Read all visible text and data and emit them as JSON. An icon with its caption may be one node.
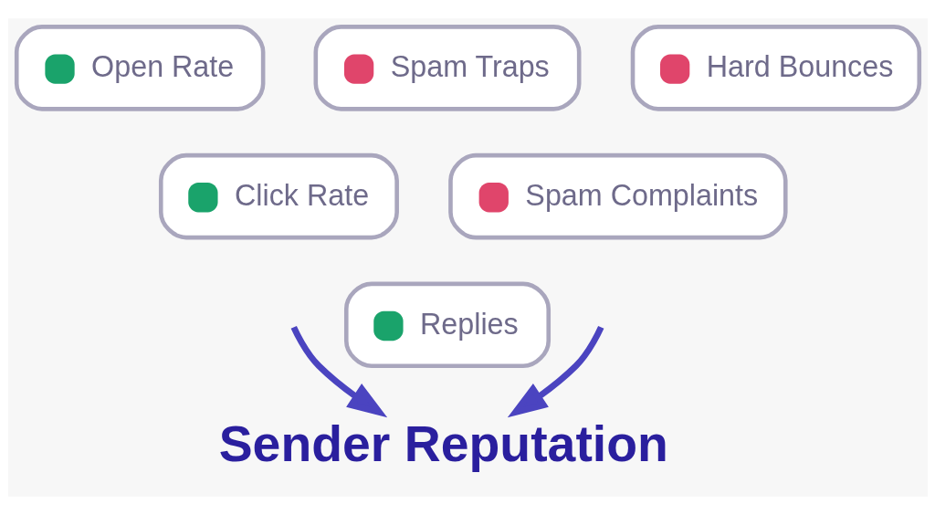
{
  "diagram": {
    "nodes": [
      {
        "text": [
          "Open Rate"
        ]
      },
      {
        "text": [
          "Spam Traps"
        ]
      },
      {
        "text": [
          "Hard Bounces"
        ]
      },
      {
        "text": [
          "Click Rate"
        ]
      },
      {
        "text": [
          "Spam Complaints"
        ]
      },
      {
        "text": [
          "Replies"
        ]
      },
      {
        "text": [
          "Sender Reputation"
        ]
      }
    ],
    "edges": [
      {
        "from": null,
        "to": 6,
        "arrow": "to"
      },
      {
        "from": null,
        "to": 6,
        "arrow": "to"
      }
    ]
  }
}
